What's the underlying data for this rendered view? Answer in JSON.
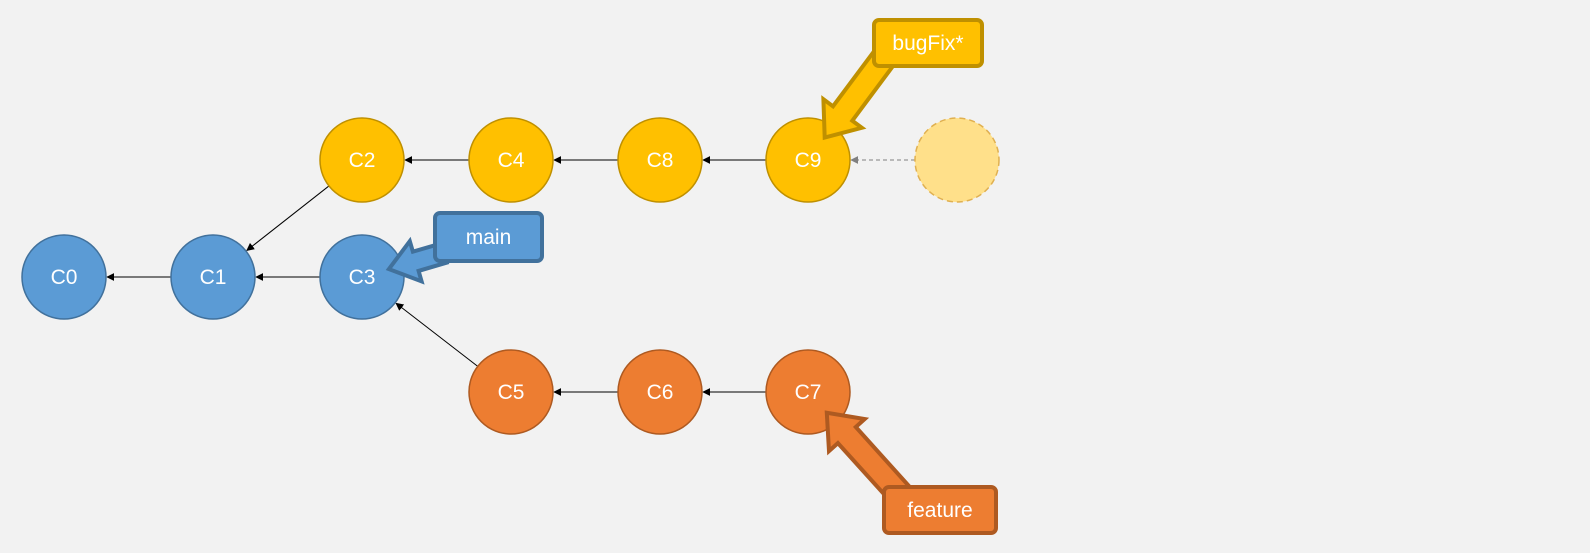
{
  "diagram": {
    "colors": {
      "background": "#f2f2f2",
      "main_fill": "#5b9bd5",
      "main_stroke": "#41719c",
      "bugfix_fill": "#ffc000",
      "bugfix_stroke": "#bf9000",
      "feature_fill": "#ed7d31",
      "feature_stroke": "#ae5a21",
      "pending_fill": "#ffe08a",
      "pending_stroke": "#e0b050",
      "edge": "#000000",
      "pending_edge": "#808080"
    },
    "commits": [
      {
        "id": "C0",
        "branch": "main"
      },
      {
        "id": "C1",
        "branch": "main"
      },
      {
        "id": "C3",
        "branch": "main"
      },
      {
        "id": "C2",
        "branch": "bugfix"
      },
      {
        "id": "C4",
        "branch": "bugfix"
      },
      {
        "id": "C8",
        "branch": "bugfix"
      },
      {
        "id": "C9",
        "branch": "bugfix"
      },
      {
        "id": "C5",
        "branch": "feature"
      },
      {
        "id": "C6",
        "branch": "feature"
      },
      {
        "id": "C7",
        "branch": "feature"
      }
    ],
    "edges": [
      {
        "from": "C1",
        "to": "C0"
      },
      {
        "from": "C3",
        "to": "C1"
      },
      {
        "from": "C2",
        "to": "C1"
      },
      {
        "from": "C4",
        "to": "C2"
      },
      {
        "from": "C8",
        "to": "C4"
      },
      {
        "from": "C9",
        "to": "C8"
      },
      {
        "from": "C5",
        "to": "C3"
      },
      {
        "from": "C6",
        "to": "C5"
      },
      {
        "from": "C7",
        "to": "C6"
      },
      {
        "from": "pending",
        "to": "C9",
        "dashed": true
      }
    ],
    "branches": [
      {
        "name": "bugFix*",
        "target": "C9",
        "color": "bugfix"
      },
      {
        "name": "main",
        "target": "C3",
        "color": "main"
      },
      {
        "name": "feature",
        "target": "C7",
        "color": "feature"
      }
    ]
  }
}
